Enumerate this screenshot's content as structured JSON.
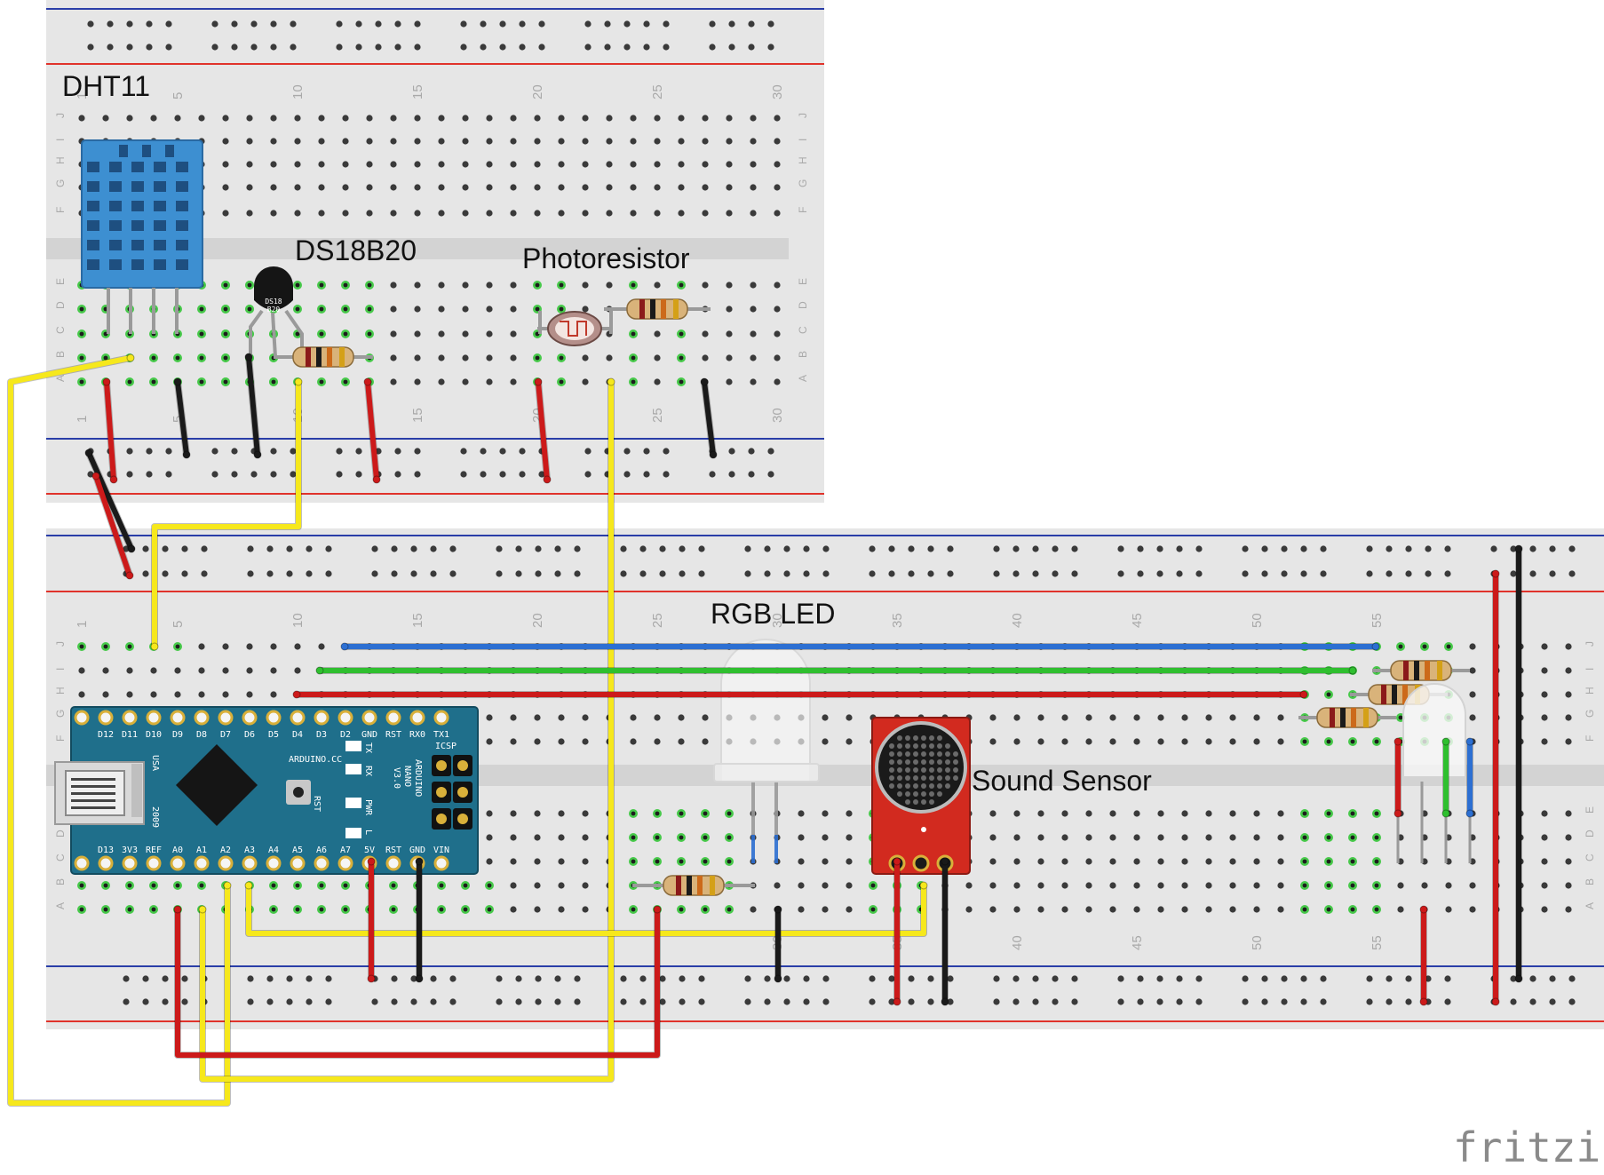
{
  "labels": {
    "dht11": "DHT11",
    "ds18b20": "DS18B20",
    "photoresistor": "Photoresistor",
    "rgb_led": "RGB LED",
    "sound_sensor": "Sound Sensor",
    "ds18b20_chip": "DS18 B20",
    "logo": "fritzing"
  },
  "breadboards": {
    "top": {
      "columns": 30,
      "column_labels": [
        "1",
        "5",
        "10",
        "15",
        "20",
        "25",
        "30"
      ],
      "rows_upper": [
        "J",
        "I",
        "H",
        "G",
        "F"
      ],
      "rows_lower": [
        "E",
        "D",
        "C",
        "B",
        "A"
      ]
    },
    "bottom": {
      "column_labels": [
        "1",
        "5",
        "10",
        "15",
        "20",
        "25",
        "30",
        "35",
        "40",
        "45",
        "50",
        "55"
      ],
      "rows_upper": [
        "J",
        "I",
        "H",
        "G",
        "F"
      ],
      "rows_lower": [
        "E",
        "D",
        "C",
        "B",
        "A"
      ]
    }
  },
  "arduino": {
    "name": "ARDUINO NANO V3.0",
    "brand": "ARDUINO.CC",
    "top_pins": [
      "D12",
      "D11",
      "D10",
      "D9",
      "D8",
      "D7",
      "D6",
      "D5",
      "D4",
      "D3",
      "D2",
      "GND",
      "RST",
      "RX0",
      "TX1"
    ],
    "bottom_pins": [
      "D13",
      "3V3",
      "REF",
      "A0",
      "A1",
      "A2",
      "A3",
      "A4",
      "A5",
      "A6",
      "A7",
      "5V",
      "RST",
      "GND",
      "VIN"
    ],
    "leds": [
      "TX",
      "RX",
      "PWR",
      "L"
    ],
    "side_text": [
      "USA",
      "2009"
    ],
    "icsp": "ICSP",
    "rst": "RST"
  },
  "colors": {
    "board": "#e6e6e6",
    "hole": "#3a3a3a",
    "rail_red": "#e0332b",
    "rail_blue": "#2a3ea8",
    "wire_red": "#cc1a1a",
    "wire_black": "#1a1a1a",
    "wire_yellow": "#f6e81c",
    "wire_blue": "#2c6fd2",
    "wire_green": "#2fbf2f",
    "nano": "#1f6f8b",
    "dht": "#3d8fd1",
    "sound": "#d22a1f"
  }
}
